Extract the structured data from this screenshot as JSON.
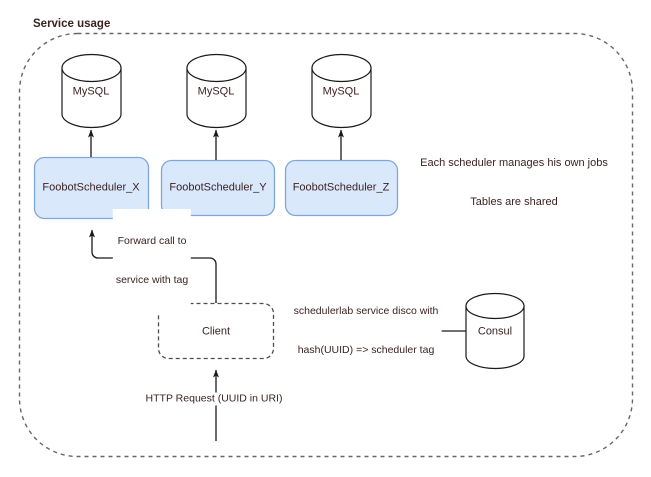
{
  "diagram": {
    "title": "Service usage",
    "boundary": {
      "style": "dashed",
      "color": "#666666"
    },
    "colors": {
      "node_fill": "#dae8fc",
      "node_stroke": "#7ea6d9",
      "text": "#3b2222",
      "line": "#1a1a1a",
      "dashed": "#666666"
    },
    "databases": [
      {
        "id": "mysql-x",
        "label": "MySQL"
      },
      {
        "id": "mysql-y",
        "label": "MySQL"
      },
      {
        "id": "mysql-z",
        "label": "MySQL"
      }
    ],
    "schedulers": [
      {
        "id": "scheduler-x",
        "label": "FoobotScheduler_X"
      },
      {
        "id": "scheduler-y",
        "label": "FoobotScheduler_Y"
      },
      {
        "id": "scheduler-z",
        "label": "FoobotScheduler_Z"
      }
    ],
    "client": {
      "id": "client",
      "label": "Client"
    },
    "consul": {
      "id": "consul",
      "label": "Consul"
    },
    "notes": {
      "scheduler_note_line1": "Each scheduler manages his own jobs",
      "scheduler_note_line2": "Tables are shared"
    },
    "edges": [
      {
        "id": "edge-forward-call",
        "from": "client",
        "to": "scheduler-x",
        "label_line1": "Forward call to",
        "label_line2": "service with tag"
      },
      {
        "id": "edge-service-disco",
        "from": "consul",
        "to": "client",
        "label_line1": "schedulerlab service disco with",
        "label_line2": "hash(UUID) => scheduler tag"
      },
      {
        "id": "edge-http-request",
        "from": "external",
        "to": "client",
        "label_line1": "HTTP Request (UUID in URI)"
      }
    ]
  }
}
